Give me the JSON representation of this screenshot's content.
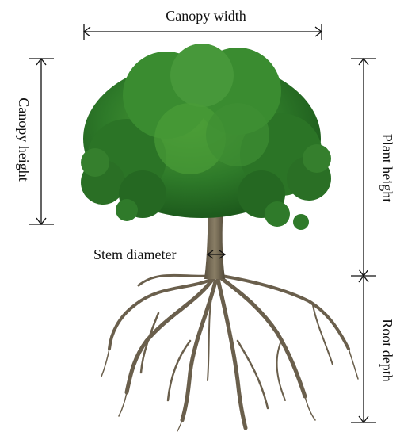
{
  "labels": {
    "canopy_width": "Canopy width",
    "canopy_height": "Canopy height",
    "plant_height": "Plant height",
    "root_depth": "Root depth",
    "stem_diameter": "Stem diameter"
  },
  "colors": {
    "leaf_dark": "#1f5c1f",
    "leaf_mid": "#2f7d2a",
    "leaf_light": "#56a53a",
    "trunk": "#6e6450",
    "root": "#6a5f4c",
    "line": "#111111"
  }
}
